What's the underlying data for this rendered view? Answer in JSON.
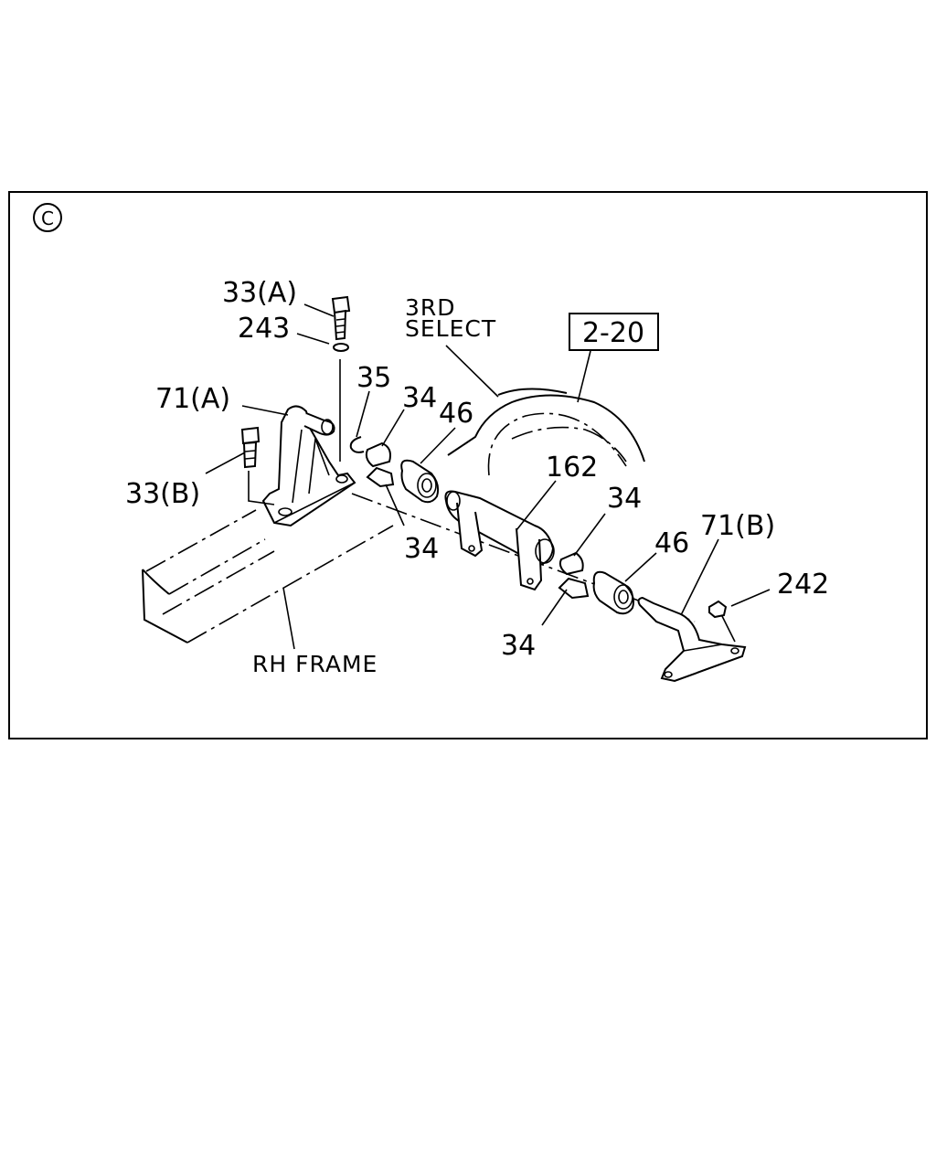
{
  "section_marker": "C",
  "labels": {
    "bolt_a": "33(A)",
    "washer_243": "243",
    "pin_35": "35",
    "bracket_a": "71(A)",
    "bolt_b": "33(B)",
    "bushing_34_upper": "34",
    "bushing_34_lower": "34",
    "bushing_46_left": "46",
    "third_select_line1": "3RD",
    "third_select_line2": "SELECT",
    "ref_box": "2-20",
    "shaft_162": "162",
    "bushing_34_right_upper": "34",
    "bushing_46_right": "46",
    "bracket_b": "71(B)",
    "nut_242": "242",
    "bushing_34_right_lower": "34",
    "rh_frame": "RH FRAME"
  }
}
